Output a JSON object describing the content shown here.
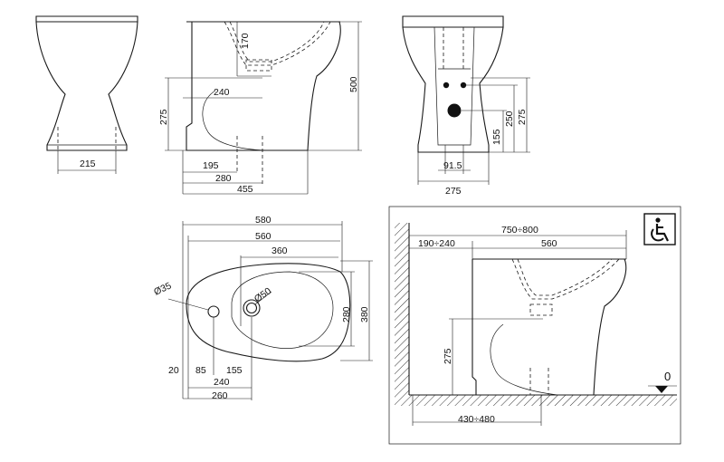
{
  "front_view": {
    "width_dim": "215"
  },
  "side_view": {
    "dim_top": "170",
    "dim_height_total": "500",
    "dim_outlet_height": "275",
    "dim_240": "240",
    "dim_195": "195",
    "dim_280": "280",
    "dim_455": "455"
  },
  "back_view": {
    "dim_915": "91.5",
    "dim_275_width": "275",
    "dim_155": "155",
    "dim_250": "250",
    "dim_275_height": "275"
  },
  "top_view": {
    "dim_580": "580",
    "dim_560": "560",
    "dim_360": "360",
    "dim_280": "280",
    "dim_380": "380",
    "dia_35": "Ø35",
    "dia_50": "Ø50",
    "dim_20": "20",
    "dim_85": "85",
    "dim_155": "155",
    "dim_240": "240",
    "dim_260": "260"
  },
  "installation_view": {
    "dim_750_800": "750÷800",
    "dim_190_240": "190÷240",
    "dim_560": "560",
    "dim_275": "275",
    "dim_430_480": "430÷480",
    "floor_level": "0",
    "accessibility_icon": "wheelchair-icon"
  }
}
